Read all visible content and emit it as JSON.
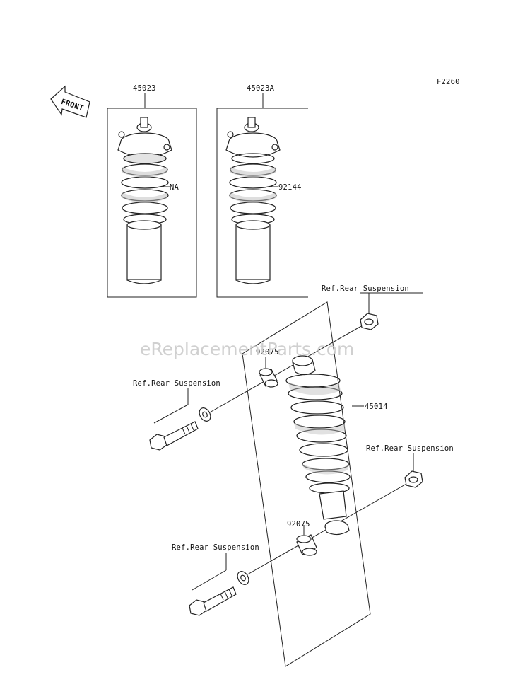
{
  "figure_code": "F2260",
  "front_label": "FRONT",
  "watermark": "eReplacementParts.com",
  "labels": {
    "p45023": "45023",
    "p45023a": "45023A",
    "na": "NA",
    "p92144": "92144",
    "p92075_top": "92075",
    "p92075_bottom": "92075",
    "p45014": "45014",
    "ref_top_right": "Ref.Rear Suspension",
    "ref_mid_left": "Ref.Rear Suspension",
    "ref_mid_right": "Ref.Rear Suspension",
    "ref_bottom_left": "Ref.Rear Suspension"
  }
}
